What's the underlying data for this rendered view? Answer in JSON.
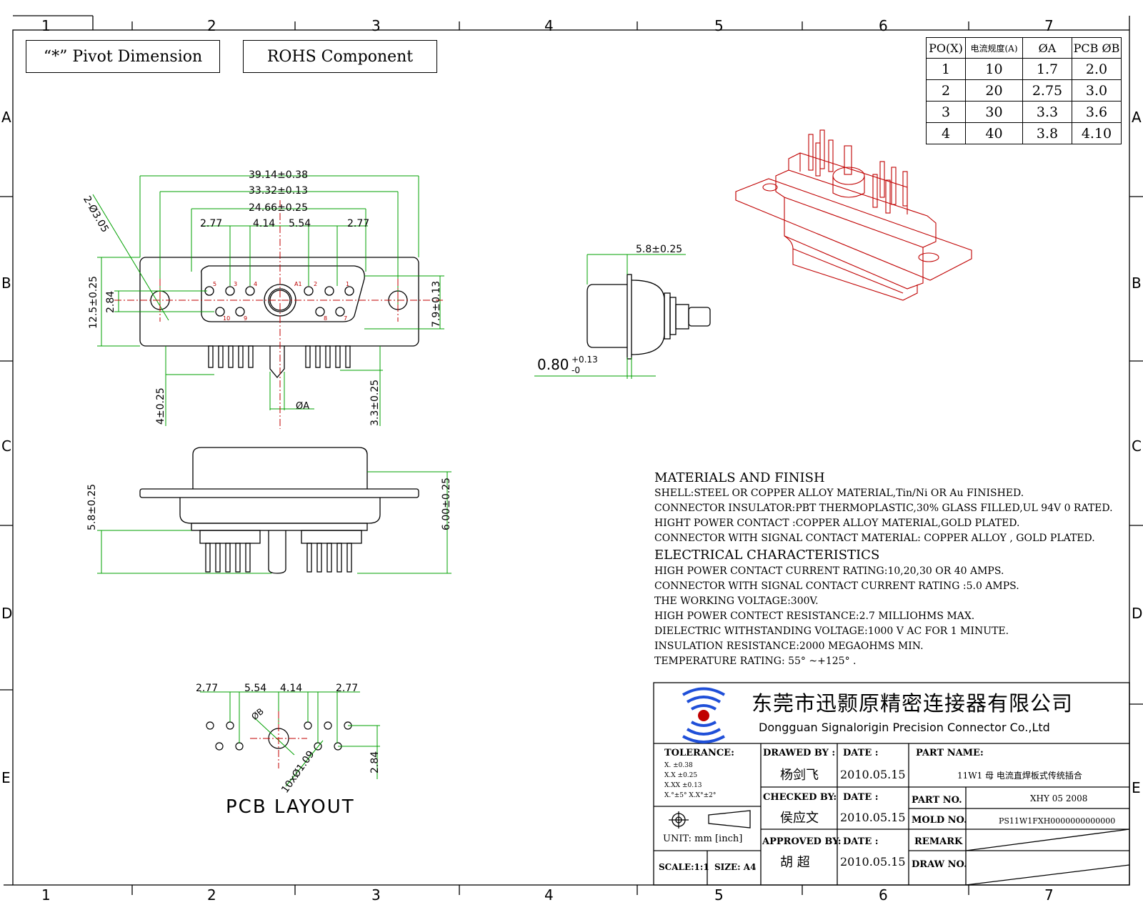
{
  "zones": {
    "top": [
      "1",
      "2",
      "3",
      "4",
      "5",
      "6",
      "7"
    ],
    "bottom": [
      "1",
      "2",
      "3",
      "4",
      "5",
      "6",
      "7"
    ],
    "left": [
      "A",
      "B",
      "C",
      "D",
      "E"
    ],
    "right": [
      "A",
      "B",
      "C",
      "D",
      "E"
    ]
  },
  "labels": {
    "pivot": "“*” Pivot Dimension",
    "rohs": "ROHS Component"
  },
  "current_table": {
    "headers": [
      "PO(X)",
      "电流规度(A)",
      "ØA",
      "PCB ØB"
    ],
    "rows": [
      [
        "1",
        "10",
        "1.7",
        "2.0"
      ],
      [
        "2",
        "20",
        "2.75",
        "3.0"
      ],
      [
        "3",
        "30",
        "3.3",
        "3.6"
      ],
      [
        "4",
        "40",
        "3.8",
        "4.10"
      ]
    ]
  },
  "front_view": {
    "overall": "39.14±0.38",
    "mount": "33.32±0.13",
    "body": "24.66±0.25",
    "p1": "2.77",
    "p2": "4.14",
    "p3": "5.54",
    "p4": "2.77",
    "hole": "2-Ø3.05",
    "height": "12.5±0.25",
    "row": "2.84",
    "shell_h": "7.9±0.13",
    "tail_l": "4±0.25",
    "tail_r": "3.3±0.25",
    "dia_a": "ØA",
    "pins_top": [
      "5",
      "3",
      "4",
      "A1",
      "2",
      "1"
    ],
    "pins_bot": [
      "10",
      "9",
      "8",
      "7"
    ]
  },
  "side_view": {
    "depth": "5.8±0.25",
    "thick_base": "0.80",
    "thick_sup": "+0.13",
    "thick_sub": "-0"
  },
  "bottom_view": {
    "left": "5.8±0.25",
    "right": "6.00±0.25"
  },
  "pcb": {
    "d1": "2.77",
    "d2": "5.54",
    "d3": "4.14",
    "d4": "2.77",
    "db": "ØB",
    "holes": "10xØ1.09",
    "row": "2.84",
    "title": "PCB LAYOUT"
  },
  "specs": {
    "h1": "MATERIALS AND  FINISH",
    "m1": "SHELL:STEEL OR COPPER ALLOY MATERIAL,Tin/Ni OR Au FINISHED.",
    "m2": "CONNECTOR INSULATOR:PBT THERMOPLASTIC,30% GLASS FILLED,UL 94V 0 RATED.",
    "m3": "HIGHT POWER CONTACT :COPPER ALLOY MATERIAL,GOLD PLATED.",
    "m4": "CONNECTOR WITH SIGNAL CONTACT MATERIAL: COPPER ALLOY , GOLD PLATED.",
    "h2": "ELECTRICAL CHARACTERISTICS",
    "e1": "HIGH POWER CONTACT CURRENT RATING:10,20,30 OR 40 AMPS.",
    "e2": "CONNECTOR WITH SIGNAL CONTACT CURRENT RATING :5.0 AMPS.",
    "e3": "THE WORKING VOLTAGE:300V.",
    "e4": "HIGH POWER CONTECT RESISTANCE:2.7 MILLIOHMS MAX.",
    "e5": "DIELECTRIC WITHSTANDING VOLTAGE:1000 V AC FOR 1 MINUTE.",
    "e6": "INSULATION RESISTANCE:2000 MEGAOHMS MIN.",
    "e7": "TEMPERATURE RATING: 55° ~+125° ."
  },
  "title_block": {
    "company_cn": "东莞市迅颢原精密连接器有限公司",
    "company_en": "Dongguan Signalorigin Precision Connector Co.,Ltd",
    "tolerance": "TOLERANCE:",
    "tol1": "X.      ±0.38",
    "tol2": "X.X     ±0.25",
    "tol3": "X.XX    ±0.13",
    "tol4": "X.°±5°    X.X°±2°",
    "unit": "UNIT: mm [inch]",
    "scale": "SCALE:1:1",
    "size": "SIZE: A4",
    "drawn_by": "DRAWED BY :",
    "drawn_name": "杨剑飞",
    "checked_by": "CHECKED BY:",
    "checked_name": "侯应文",
    "approved_by": "APPROVED BY:",
    "approved_name": "胡 超",
    "date_label": "DATE :",
    "date1": "2010.05.15",
    "date2": "2010.05.15",
    "date3": "2010.05.15",
    "part_name_label": "PART NAME:",
    "part_name": "11W1 母 电流直焊板式传统插合",
    "part_no_label": "PART NO.",
    "part_no": "XHY 05 2008",
    "mold_no_label": "MOLD NO.",
    "mold_no": "PS11W1FXH0000000000000",
    "remark_label": "REMARK",
    "draw_no_label": "DRAW NO."
  },
  "colors": {
    "line": "#000000",
    "green": "#00a000",
    "red": "#c00000",
    "blue": "#1f4fd8"
  }
}
